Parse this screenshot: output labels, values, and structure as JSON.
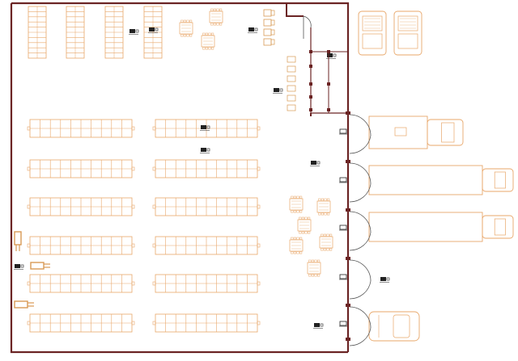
{
  "drawing": {
    "colors": {
      "wall": "#6b2424",
      "line": "#e8a76a",
      "accent": "#d89a55",
      "dark": "#222222",
      "door": "#555555"
    },
    "rooms": [
      {
        "name": "warehouse-floor"
      },
      {
        "name": "office-room"
      }
    ],
    "racks_top_count": 4,
    "rack_rows": 6,
    "rack_blocks_per_row": 2,
    "dock_doors": 6,
    "vehicles": [
      "truck-top-1",
      "truck-top-2",
      "truck-dock-1",
      "trailer-dock-2",
      "trailer-dock-3",
      "car-dock-6"
    ],
    "icons": [
      "forklift-icon",
      "pallet-jack-icon",
      "workstation-icon",
      "table-with-chairs-icon"
    ]
  }
}
